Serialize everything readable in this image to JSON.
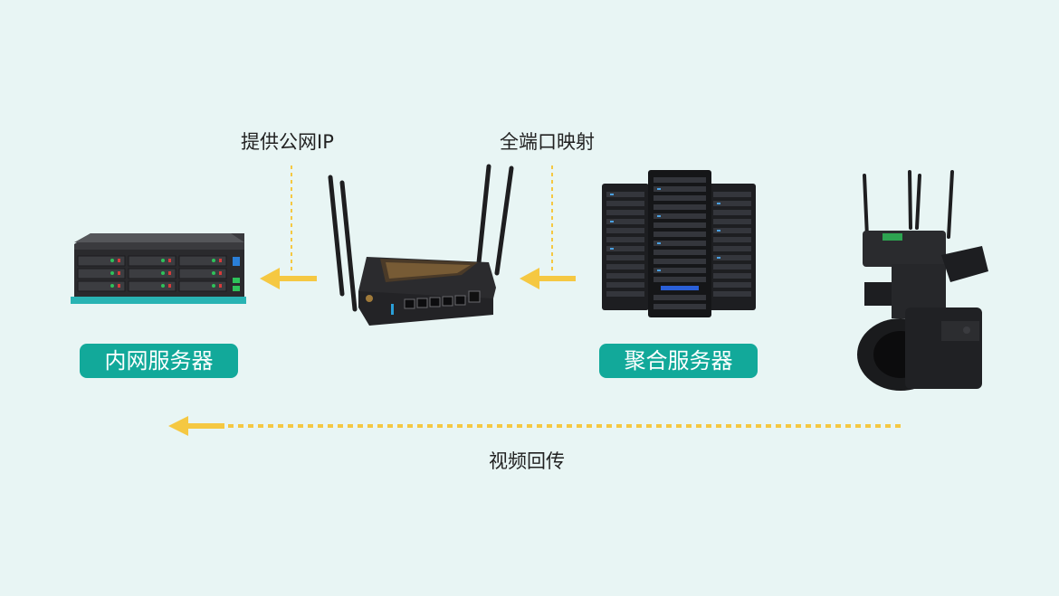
{
  "labels": {
    "public_ip": "提供公网IP",
    "port_mapping": "全端口映射",
    "video_return": "视频回传"
  },
  "nodes": {
    "intranet_server": "内网服务器",
    "aggregation_server": "聚合服务器"
  },
  "colors": {
    "background": "#e8f5f4",
    "badge": "#12a99a",
    "arrow": "#f5c842",
    "text": "#222222"
  }
}
